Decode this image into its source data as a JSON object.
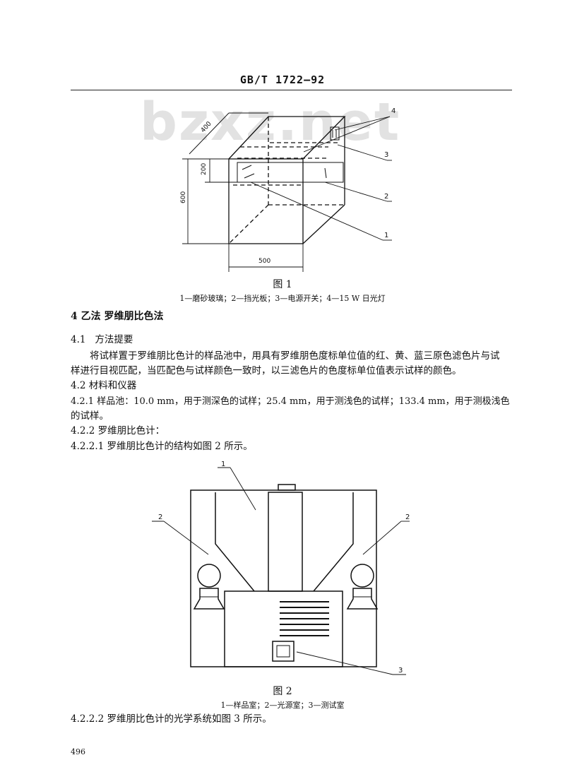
{
  "header": {
    "standard": "GB/T 1722—92"
  },
  "watermark": "bzxz.net",
  "figure1": {
    "dims": {
      "depth": "400",
      "window": "200",
      "height": "600",
      "width": "500"
    },
    "callouts": [
      "1",
      "2",
      "3",
      "4"
    ],
    "title": "图 1",
    "legend": "1—磨砂玻璃；2—挡光板；3—电源开关；4—15 W 日光灯"
  },
  "section4": {
    "heading": "4  乙法    罗维朋比色法",
    "s41_num": "4.1",
    "s41_title": "方法提要",
    "s41_text_1": "将试样置于罗维朋比色计的样品池中，用具有罗维朋色度标单位值的红、黄、蓝三原色滤色片与试",
    "s41_text_2": "样进行目视匹配，当匹配色与试样颜色一致时，以三滤色片的色度标单位值表示试样的颜色。",
    "s42": "4.2  材料和仪器",
    "s421_1": "4.2.1   样品池：10.0 mm，用于测深色的试样；25.4 mm，用于测浅色的试样；133.4 mm，用于测极浅色",
    "s421_2": "的试样。",
    "s422": "4.2.2   罗维朋比色计：",
    "s4221": "4.2.2.1   罗维朋比色计的结构如图 2 所示。"
  },
  "figure2": {
    "callouts": [
      "1",
      "2",
      "2",
      "3"
    ],
    "title": "图 2",
    "legend": "1—样品室；2—光源室；3—测试室"
  },
  "s4222": "4.2.2.2   罗维朋比色计的光学系统如图 3 所示。",
  "page_number": "496"
}
